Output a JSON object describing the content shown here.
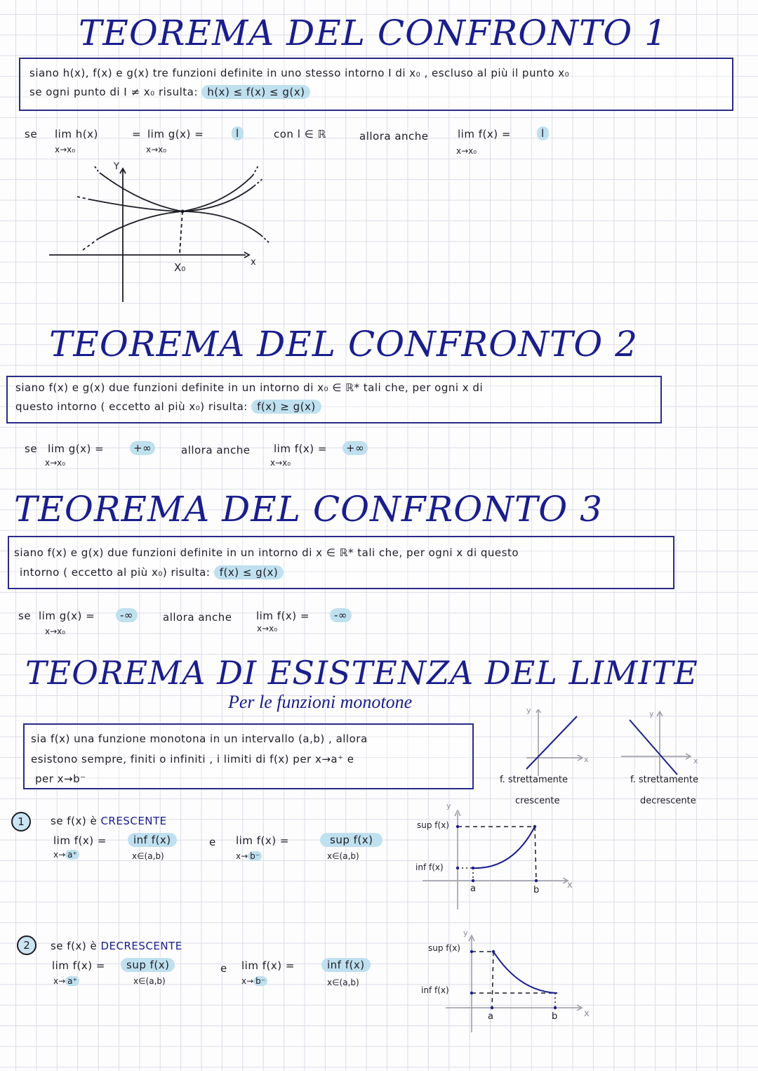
{
  "section1": {
    "title": "TEOREMA DEL CONFRONTO 1",
    "box_line1": "siano h(x), f(x) e g(x) tre funzioni definite in uno stesso intorno I di x₀ , escluso al più il punto x₀",
    "box_line2_prefix": "se ogni punto di I ≠ x₀ risulta:",
    "box_line2_highlight": "h(x) ≤ f(x) ≤ g(x)",
    "stmt_se": "se",
    "stmt_lim1": "lim h(x)",
    "stmt_lim1_sub": "x→x₀",
    "stmt_eq": "=",
    "stmt_lim2": "lim g(x) =",
    "stmt_lim2_sub": "x→x₀",
    "stmt_l1": "l",
    "stmt_con": "con l ∈ ℝ",
    "stmt_allora": "allora anche",
    "stmt_lim3": "lim f(x) =",
    "stmt_lim3_sub": "x→x₀",
    "stmt_l2": "l",
    "graph": {
      "y_label": "Y",
      "x_label": "x",
      "x0_label": "X₀"
    }
  },
  "section2": {
    "title": "TEOREMA DEL CONFRONTO 2",
    "box_line1": "siano f(x) e g(x) due funzioni definite in un intorno di  x₀ ∈ ℝ*  tali che, per ogni  x   di",
    "box_line2_prefix": "questo intorno ( eccetto al più x₀) risulta:",
    "box_line2_highlight": "f(x) ≥ g(x)",
    "stmt_se": "se",
    "stmt_lim1": "lim g(x) =",
    "stmt_lim1_sub": "x→x₀",
    "stmt_val1": "+∞",
    "stmt_allora": "allora anche",
    "stmt_lim2": "lim f(x) =",
    "stmt_lim2_sub": "x→x₀",
    "stmt_val2": "+∞"
  },
  "section3": {
    "title": "TEOREMA DEL CONFRONTO 3",
    "box_line1": "siano f(x) e g(x) due funzioni definite in un intorno di x ∈ ℝ*  tali che, per ogni x di questo",
    "box_line2_prefix": "intorno ( eccetto al più x₀) risulta:",
    "box_line2_highlight": "f(x) ≤ g(x)",
    "stmt_se": "se",
    "stmt_lim1": "lim g(x) =",
    "stmt_lim1_sub": "x→x₀",
    "stmt_val1": "-∞",
    "stmt_allora": "allora anche",
    "stmt_lim2": "lim f(x) =",
    "stmt_lim2_sub": "x→x₀",
    "stmt_val2": "-∞"
  },
  "section4": {
    "title": "TEOREMA DI ESISTENZA DEL LIMITE",
    "subtitle": "Per le funzioni monotone",
    "box_line1": "sia f(x) una funzione monotona in un intervallo (a,b) , allora",
    "box_line2": "esistono sempre, finiti o infiniti , i limiti di f(x) per x→a⁺ e",
    "box_line3": "per  x→b⁻",
    "mini_graphs": [
      {
        "caption_line1": "f. strettamente",
        "caption_line2": "crescente",
        "y": "y",
        "x": "x"
      },
      {
        "caption_line1": "f. strettamente",
        "caption_line2": "decrescente",
        "y": "y",
        "x": "x"
      }
    ],
    "case1": {
      "number": "1",
      "heading_prefix": "se f(x) è",
      "heading_keyword": "CRESCENTE",
      "lim_left": "lim f(x) =",
      "lim_left_sub_prefix": "x→",
      "lim_left_sub_hl": "a⁺",
      "val_left": "inf f(x)",
      "val_left_sub": "x∈(a,b)",
      "conj": "e",
      "lim_right": "lim f(x) =",
      "lim_right_sub_prefix": "x→",
      "lim_right_sub_hl": "b⁻",
      "val_right": "sup f(x)",
      "val_right_sub": "x∈(a,b)",
      "graph": {
        "sup_label": "sup f(x)",
        "inf_label": "inf f(x)",
        "a_label": "a",
        "b_label": "b",
        "x_label": "x",
        "y_label": "y"
      }
    },
    "case2": {
      "number": "2",
      "heading_prefix": "se f(x) è",
      "heading_keyword": "DECRESCENTE",
      "lim_left": "lim f(x) =",
      "lim_left_sub_prefix": "x→",
      "lim_left_sub_hl": "a⁺",
      "val_left": "sup f(x)",
      "val_left_sub": "x∈(a,b)",
      "conj": "e",
      "lim_right": "lim f(x) =",
      "lim_right_sub_prefix": "x→",
      "lim_right_sub_hl": "b⁻",
      "val_right": "inf f(x)",
      "val_right_sub": "x∈(a,b)",
      "graph": {
        "sup_label": "sup f(x)",
        "inf_label": "inf f(x)",
        "a_label": "a",
        "b_label": "b",
        "x_label": "x",
        "y_label": "y"
      }
    }
  },
  "colors": {
    "title_blue": "#1a1e8c",
    "box_border": "#2a2b86",
    "highlight": "#bfe0ee",
    "grid": "#dcdde6"
  }
}
